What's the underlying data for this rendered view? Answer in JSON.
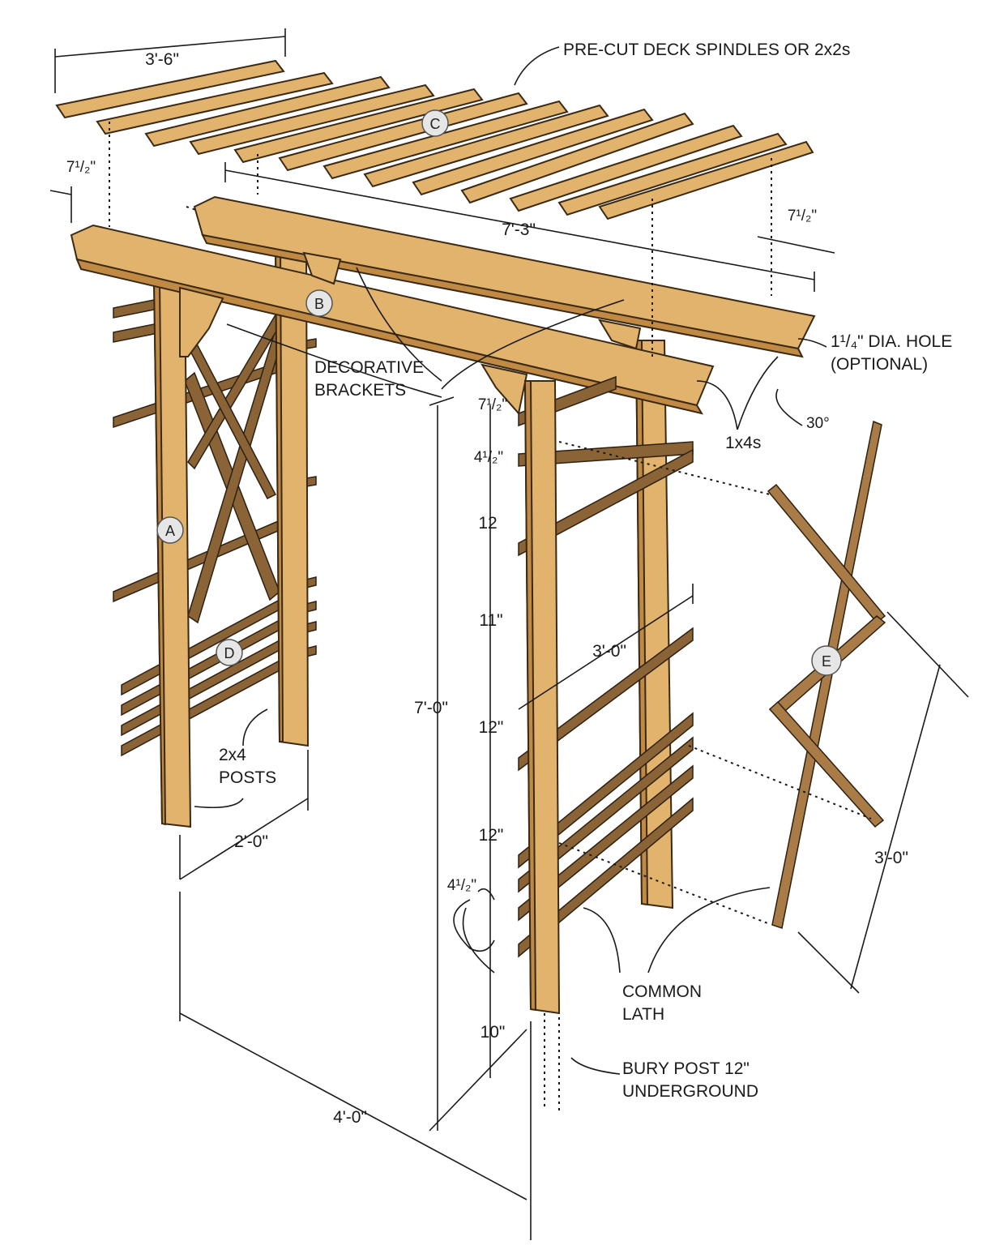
{
  "labels": {
    "spindles": "PRE-CUT DECK SPINDLES OR 2x2s",
    "dim_3_6": "3'-6\"",
    "dim_7_3": "7'-3\"",
    "dim_7_half_left": "7¹/₂\"",
    "dim_7_half_right": "7¹/₂\"",
    "hole_line1": "1¹/₄\" DIA. HOLE",
    "hole_line2": "(OPTIONAL)",
    "angle_30": "30°",
    "brackets_line1": "DECORATIVE",
    "brackets_line2": "BRACKETS",
    "lumber_1x4": "1x4s",
    "posts_line1": "2x4",
    "posts_line2": "POSTS",
    "dim_2_0": "2'-0\"",
    "dim_4_0": "4'-0\"",
    "dim_7_0": "7'-0\"",
    "dim_3_0_mid": "3'-0\"",
    "dim_3_0_right": "3'-0\"",
    "sp_7_half": "7¹/₂\"",
    "sp_4_half_top": "4¹/₂\"",
    "sp_12a": "12",
    "sp_11": "11\"",
    "sp_12b": "12\"",
    "sp_12c": "12\"",
    "sp_4_half_bottom": "4¹/₂\"",
    "sp_10": "10\"",
    "lath_line1": "COMMON",
    "lath_line2": "LATH",
    "bury_line1": "BURY POST 12\"",
    "bury_line2": "UNDERGROUND"
  },
  "part_tags": {
    "a": "A",
    "b": "B",
    "c": "C",
    "d": "D",
    "e": "E"
  },
  "colors": {
    "wood": "#e2b36d",
    "wood_shadow": "#c08a45",
    "lath": "#8a6436",
    "outline": "#3a2a14"
  }
}
